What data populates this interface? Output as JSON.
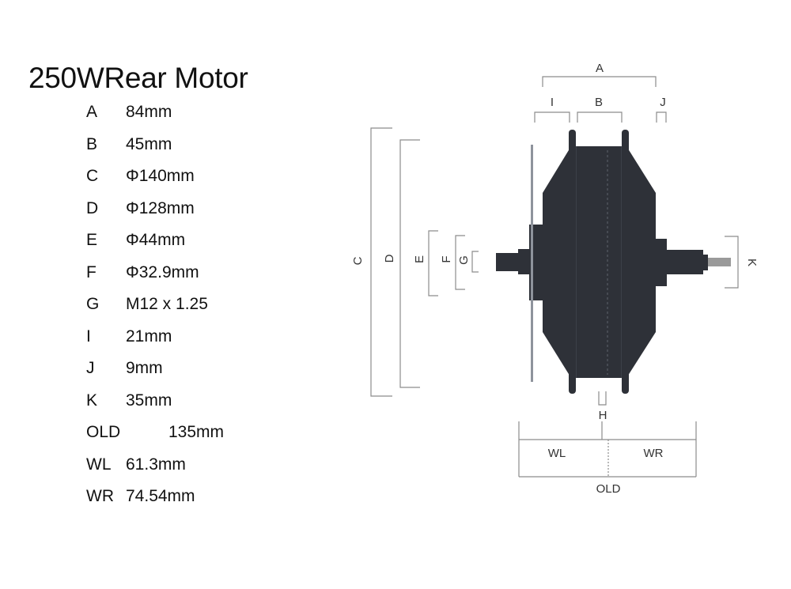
{
  "title": "250WRear Motor",
  "specs": [
    {
      "label": "A",
      "value": "84mm"
    },
    {
      "label": "B",
      "value": "45mm"
    },
    {
      "label": "C",
      "value": "Φ140mm"
    },
    {
      "label": "D",
      "value": "Φ128mm"
    },
    {
      "label": "E",
      "value": "Φ44mm"
    },
    {
      "label": "F",
      "value": "Φ32.9mm"
    },
    {
      "label": "G",
      "value": "M12 x 1.25"
    },
    {
      "label": "I",
      "value": "21mm"
    },
    {
      "label": "J",
      "value": "9mm"
    },
    {
      "label": "K",
      "value": "35mm"
    },
    {
      "label": "OLD",
      "value": "135mm"
    },
    {
      "label": "WL",
      "value": "61.3mm"
    },
    {
      "label": "WR",
      "value": "74.54mm"
    }
  ],
  "diagram": {
    "labels": {
      "A": "A",
      "B": "B",
      "I": "I",
      "J": "J",
      "C": "C",
      "D": "D",
      "E": "E",
      "F": "F",
      "G": "G",
      "K": "K",
      "H": "H",
      "WL": "WL",
      "WR": "WR",
      "OLD": "OLD"
    },
    "colors": {
      "motor_body": "#2e3138",
      "motor_edge": "#4a4e57",
      "axle_shaft": "#9a9a9a",
      "dimension_line": "#8c8c8c"
    }
  }
}
